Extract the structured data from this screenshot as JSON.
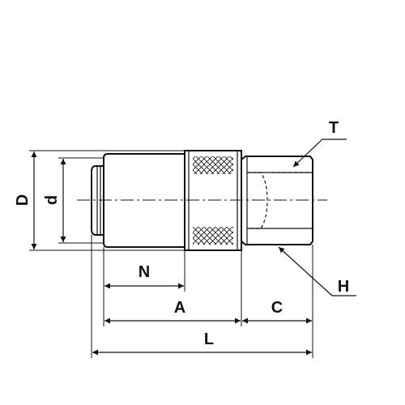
{
  "labels": {
    "D": "D",
    "d": "d",
    "N": "N",
    "A": "A",
    "C": "C",
    "L": "L",
    "T": "T",
    "H": "H"
  },
  "colors": {
    "line": "#111111",
    "background": "#ffffff"
  }
}
